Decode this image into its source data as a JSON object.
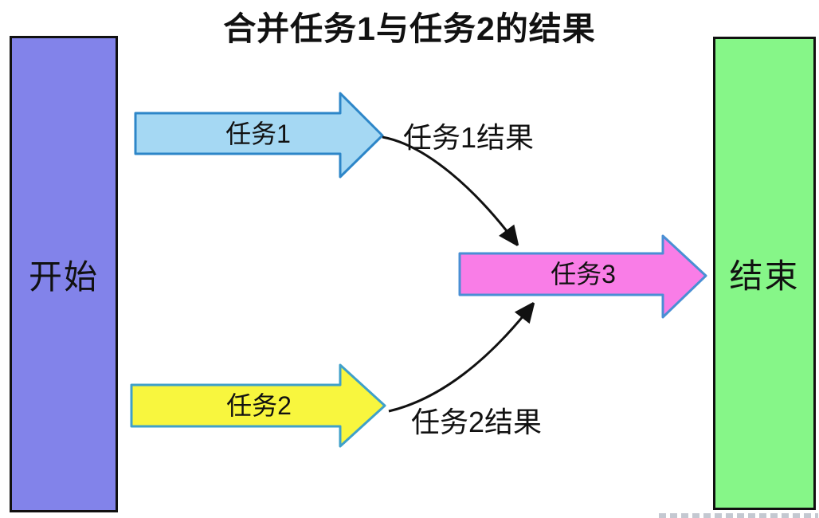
{
  "title": "合并任务1与任务2的结果",
  "nodes": {
    "start": {
      "label": "开始"
    },
    "end": {
      "label": "结束"
    }
  },
  "arrows": {
    "task1": {
      "label": "任务1",
      "fill": "#a5d8f3",
      "border": "#2d86c8"
    },
    "task2": {
      "label": "任务2",
      "fill": "#f8f63e",
      "border": "#3fa0c9"
    },
    "task3": {
      "label": "任务3",
      "fill": "#f97de7",
      "border": "#4a8fd4"
    }
  },
  "labels": {
    "task1_result": "任务1结果",
    "task2_result": "任务2结果"
  },
  "colors": {
    "background": "#ffffff",
    "text": "#111111",
    "node_border": "#111111",
    "start_fill": "#8283ea",
    "end_fill": "#86f688",
    "connector": "#111111",
    "watermark": "#b9bfc9"
  }
}
